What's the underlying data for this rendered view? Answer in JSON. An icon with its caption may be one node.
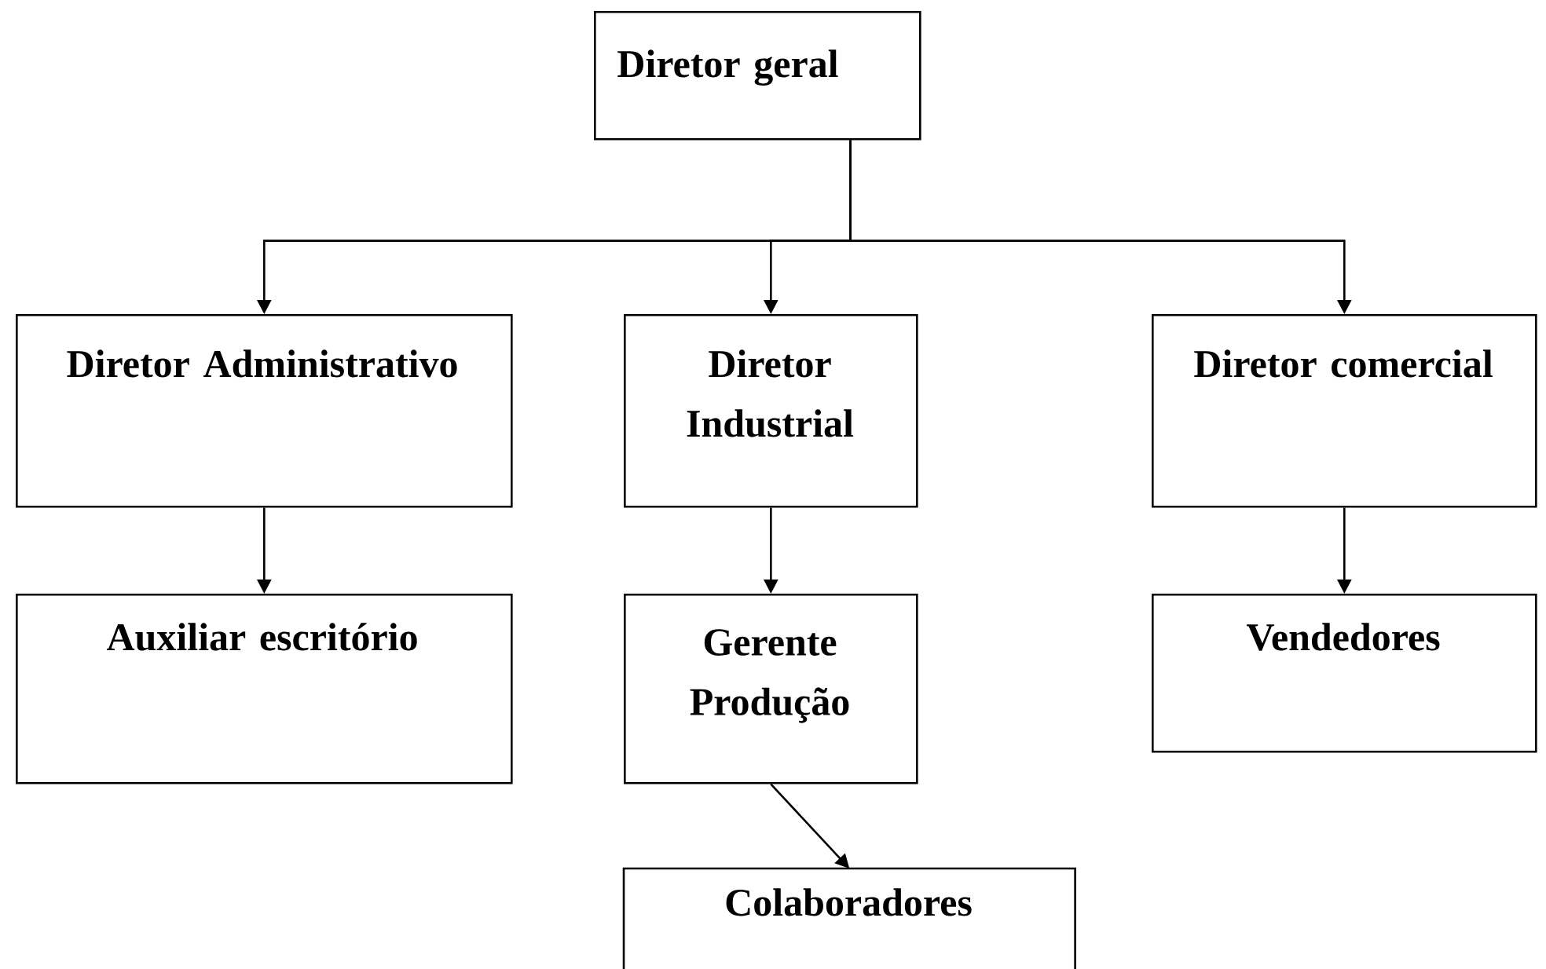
{
  "diagram": {
    "nodes": [
      {
        "text": [
          "Diretor geral"
        ]
      },
      {
        "text": [
          "Diretor Administrativo"
        ]
      },
      {
        "text": [
          "Diretor Industrial"
        ]
      },
      {
        "text": [
          "Diretor comercial"
        ]
      },
      {
        "text": [
          "Auxiliar escritório"
        ]
      },
      {
        "text": [
          "Gerente Produção"
        ]
      },
      {
        "text": [
          "Vendedores"
        ]
      },
      {
        "text": [
          "Colaboradores"
        ]
      }
    ],
    "edges": [
      {
        "from": 0,
        "to": 1,
        "arrow": "to"
      },
      {
        "from": 0,
        "to": 2,
        "arrow": "to"
      },
      {
        "from": 0,
        "to": 3,
        "arrow": "to"
      },
      {
        "from": 1,
        "to": 4,
        "arrow": "to"
      },
      {
        "from": 2,
        "to": 5,
        "arrow": "to"
      },
      {
        "from": 3,
        "to": 6,
        "arrow": "to"
      },
      {
        "from": 5,
        "to": 7,
        "arrow": "to"
      }
    ]
  }
}
